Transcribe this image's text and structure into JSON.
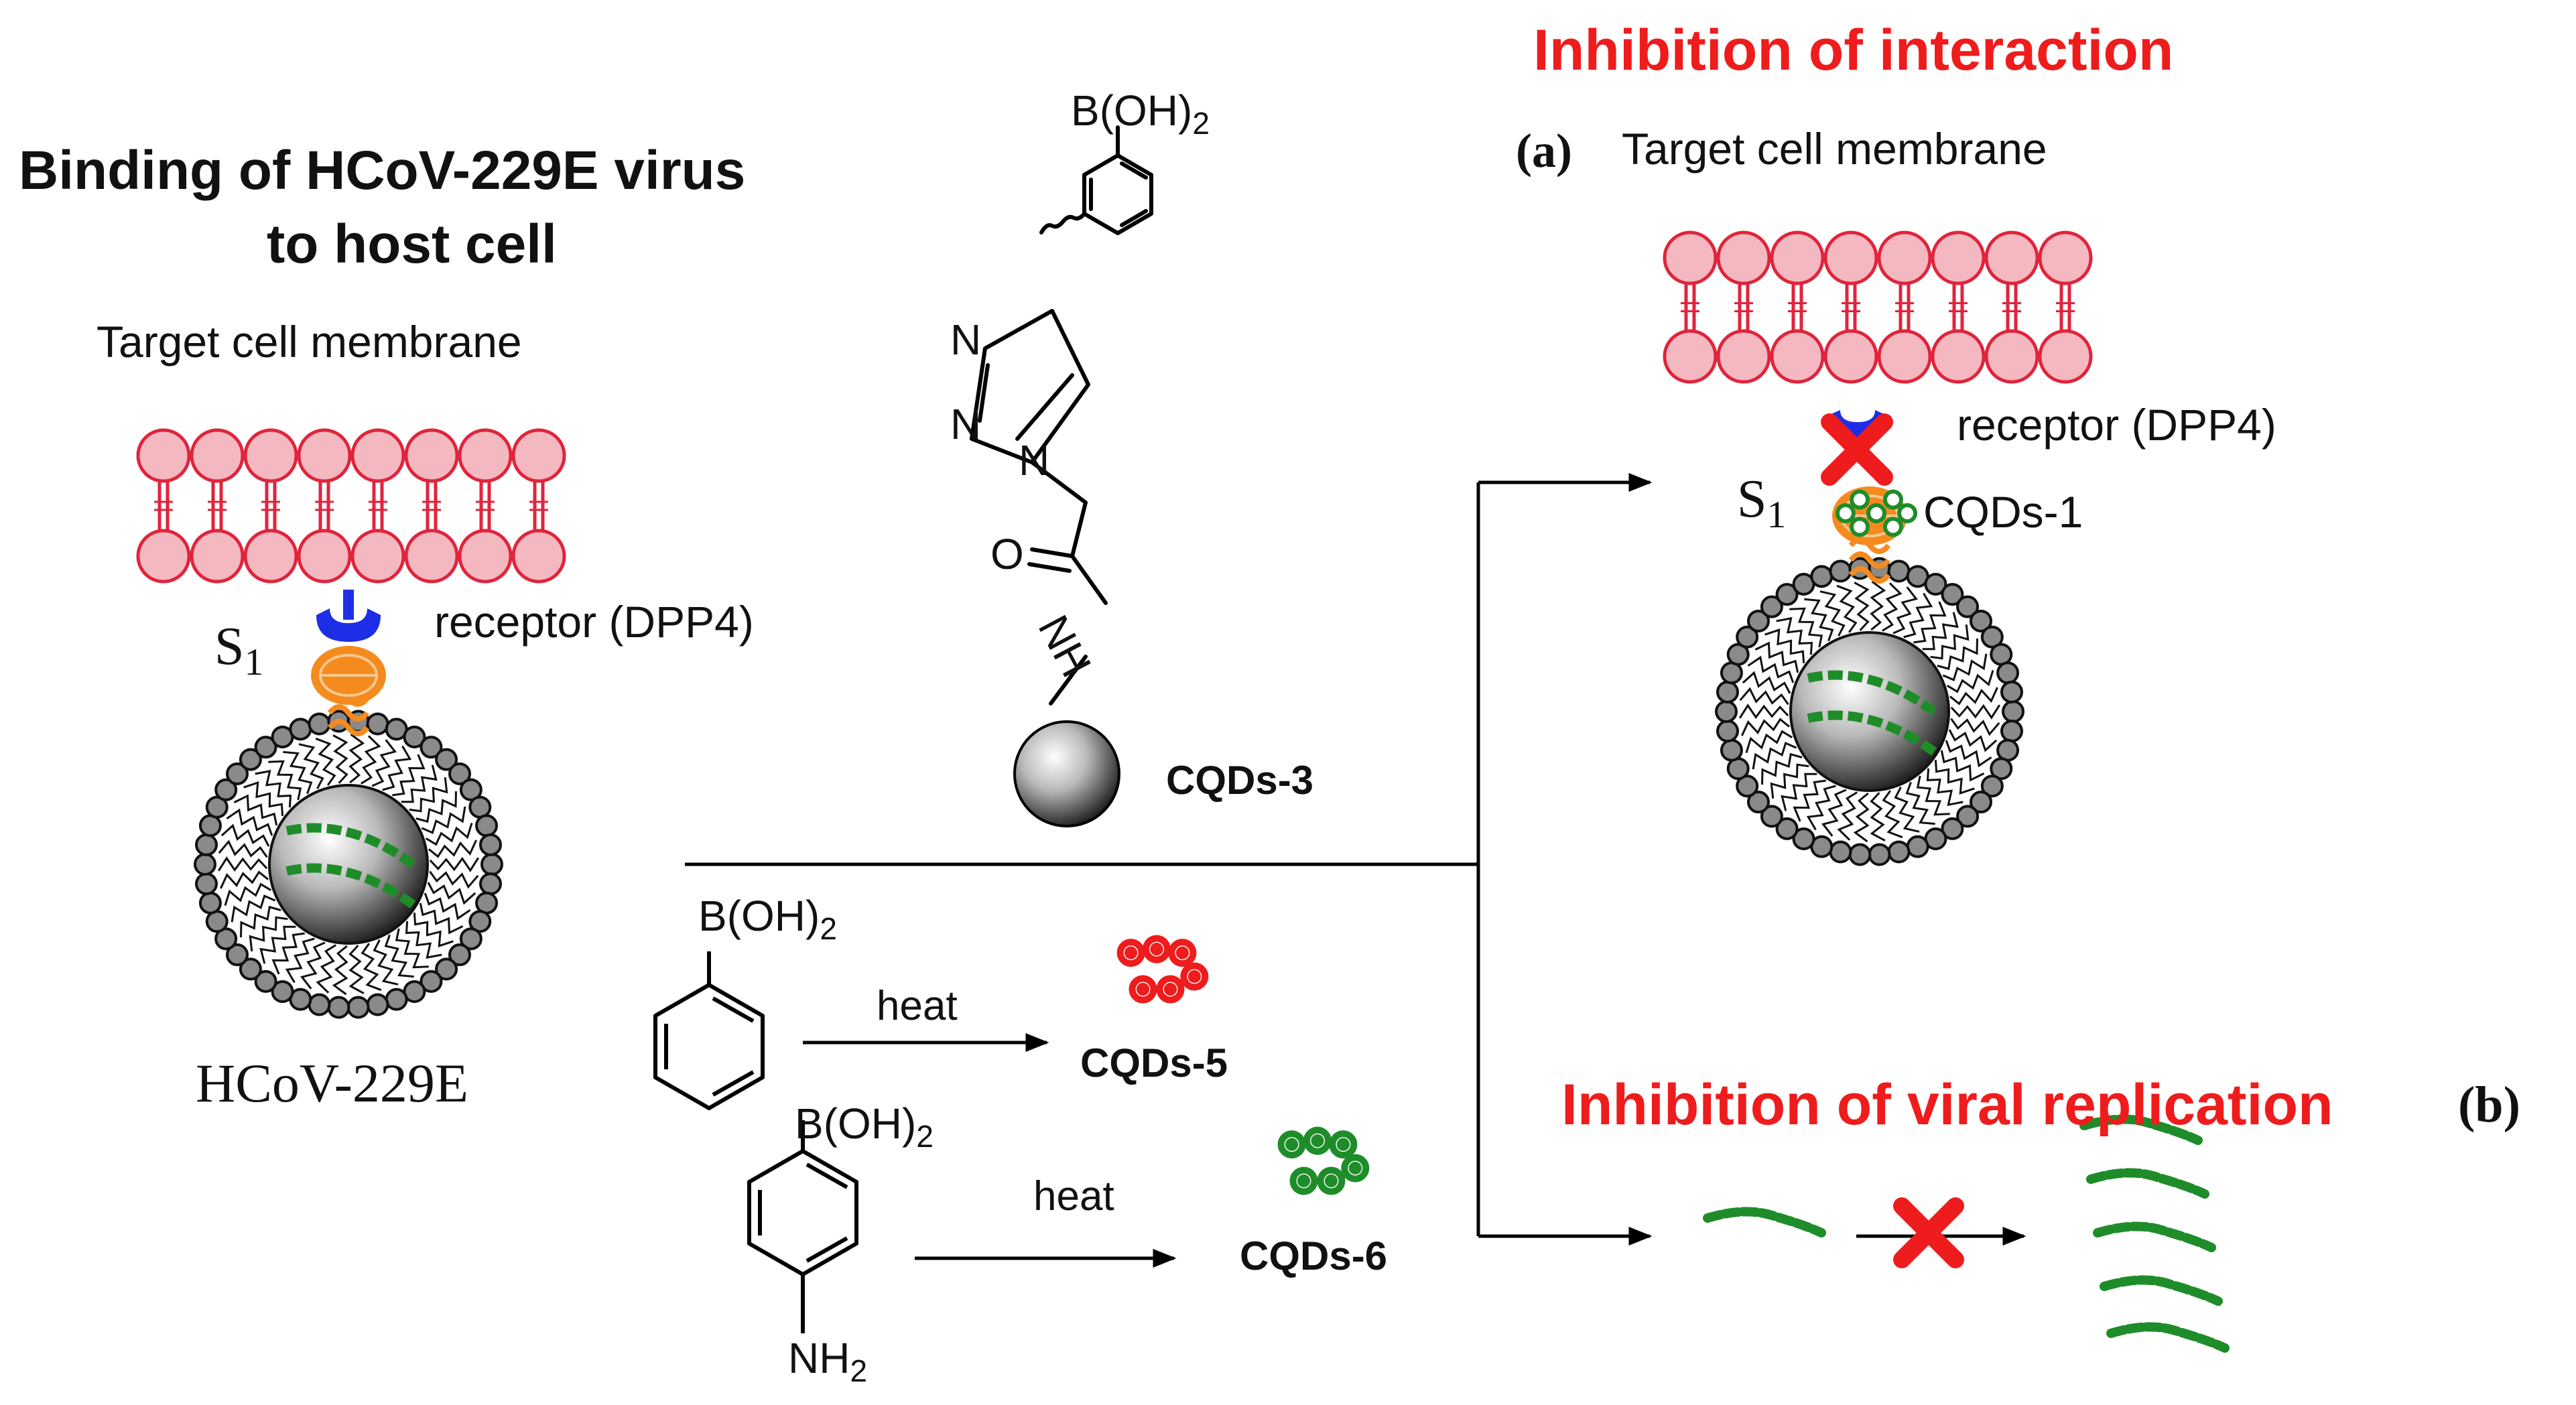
{
  "left_panel": {
    "title_line1": "Binding of HCoV-229E virus",
    "title_line2": "to host cell",
    "membrane_label": "Target  cell membrane",
    "receptor_label": "receptor (DPP4)",
    "s1_main": "S",
    "s1_sub": "1",
    "virus_label": "HCoV-229E"
  },
  "structures": {
    "boronic_main": "B(OH)",
    "boronic_sub": "2",
    "n_upper": "N",
    "n_lower": "N",
    "n_ring": "N",
    "o_atom": "O",
    "nh_atom": "NH",
    "amine_main": "NH",
    "amine_sub": "2",
    "cqds3": "CQDs-3",
    "cqds5": "CQDs-5",
    "cqds6": "CQDs-6",
    "heat": "heat"
  },
  "right_panel": {
    "title_a": "Inhibition of interaction",
    "panel_a": "(a)",
    "membrane_label": "Target  cell membrane",
    "receptor_label": "receptor (DPP4)",
    "s1_main": "S",
    "s1_sub": "1",
    "cqds1": "CQDs-1",
    "title_b": "Inhibition of viral replication",
    "panel_b": "(b)"
  },
  "colors": {
    "membrane_fill": "#f4b8c0",
    "membrane_stroke": "#e0243c",
    "receptor": "#1e2ee6",
    "spike": "#f58b1f",
    "rna": "#1f8c2a",
    "cqd_red": "#ee1c1c",
    "cqd_green": "#1f8c2a",
    "inhibit_cross": "#ee1c1c",
    "title_red": "#ee1c1c"
  }
}
